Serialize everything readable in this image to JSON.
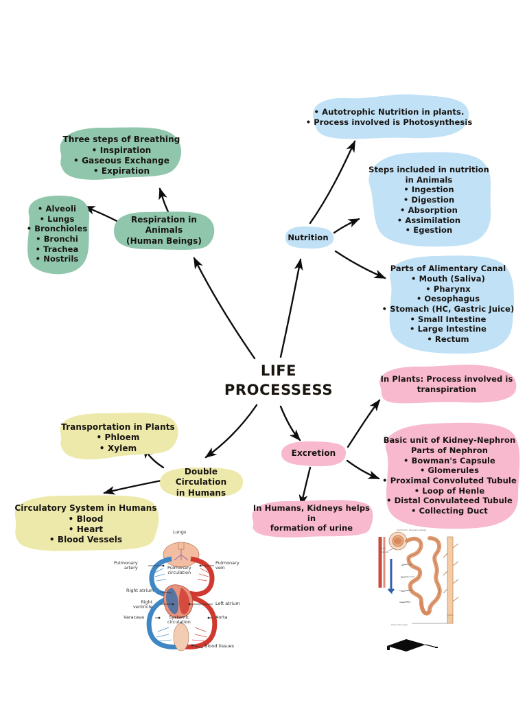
{
  "title": {
    "line1": "LIFE",
    "line2": "PROCESSESS"
  },
  "hubs": {
    "nutrition": "Nutrition",
    "excretion": "Excretion",
    "respiration": "Respiration in Animals\n(Human Beings)",
    "respiration_l1": "Respiration in Animals",
    "respiration_l2": "(Human Beings)",
    "circulation_l1": "Double Circulation",
    "circulation_l2": "in Humans"
  },
  "nodes": {
    "autotrophic": {
      "color": "#c0e1f6",
      "items": [
        "Autotrophic Nutrition in plants.",
        "Process involved is Photosynthesis"
      ]
    },
    "nutrition_animals": {
      "color": "#c0e1f6",
      "heading_l1": "Steps included in nutrition",
      "heading_l2": "in Animals",
      "items": [
        "Ingestion",
        "Digestion",
        "Absorption",
        "Assimilation",
        "Egestion"
      ]
    },
    "alimentary_canal": {
      "color": "#c0e1f6",
      "heading": "Parts of Alimentary Canal",
      "items": [
        "Mouth (Saliva)",
        "Pharynx",
        "Oesophagus",
        "Stomach (HC, Gastric Juice)",
        "Small Intestine",
        "Large Intestine",
        "Rectum"
      ]
    },
    "breathing_steps": {
      "color": "#8fc6ac",
      "heading": "Three steps of Breathing",
      "items": [
        "Inspiration",
        "Gaseous Exchange",
        "Expiration"
      ]
    },
    "respiratory_parts": {
      "color": "#8fc6ac",
      "items": [
        "Alveoli",
        "Lungs",
        "Bronchioles",
        "Bronchi",
        "Trachea",
        "Nostrils"
      ]
    },
    "transpiration": {
      "color": "#f8b9cf",
      "line1": "In Plants: Process involved is",
      "line2": "transpiration"
    },
    "nephron": {
      "color": "#f8b9cf",
      "heading_l1": "Basic unit of Kidney-Nephron",
      "heading_l2": "Parts of Nephron",
      "items": [
        "Bowman's Capsule",
        "Glomerules",
        "Proximal Convoluted Tubule",
        "Loop of Henle",
        "Distal Convulateed Tubule",
        "Collecting Duct"
      ]
    },
    "urine": {
      "color": "#f8b9cf",
      "line1": "In Humans, Kidneys helps in",
      "line2": "formation of urine"
    },
    "transport_plants": {
      "color": "#ece9ab",
      "heading": "Transportation in Plants",
      "items": [
        "Phloem",
        "Xylem"
      ]
    },
    "circulatory_humans": {
      "color": "#ece9ab",
      "heading": "Circulatory System in Humans",
      "items": [
        "Blood",
        "Heart",
        "Blood Vessels"
      ]
    }
  },
  "illustrations": {
    "circulation_diagram": {
      "name": "double-circulation-diagram",
      "labels": [
        "Lungs",
        "Pulmonary\nartery",
        "Pulmonary\nvein",
        "Pulmonary\ncirculation",
        "Right atrium",
        "Right\nventricle",
        "Left atrium",
        "Varacava",
        "Aorta",
        "Systemic\ncirculation",
        "Blood tissues"
      ]
    },
    "nephron_diagram": {
      "name": "nephron-diagram",
      "labels": []
    },
    "grad_cap": {
      "name": "graduation-cap-icon"
    }
  },
  "palette": {
    "blue": "#c0e1f6",
    "green": "#8fc6ac",
    "pink": "#f8b9cf",
    "yellow": "#ece9ab",
    "ink": "#171310",
    "arrow": "#0d0d0d",
    "background": "#ffffff"
  }
}
